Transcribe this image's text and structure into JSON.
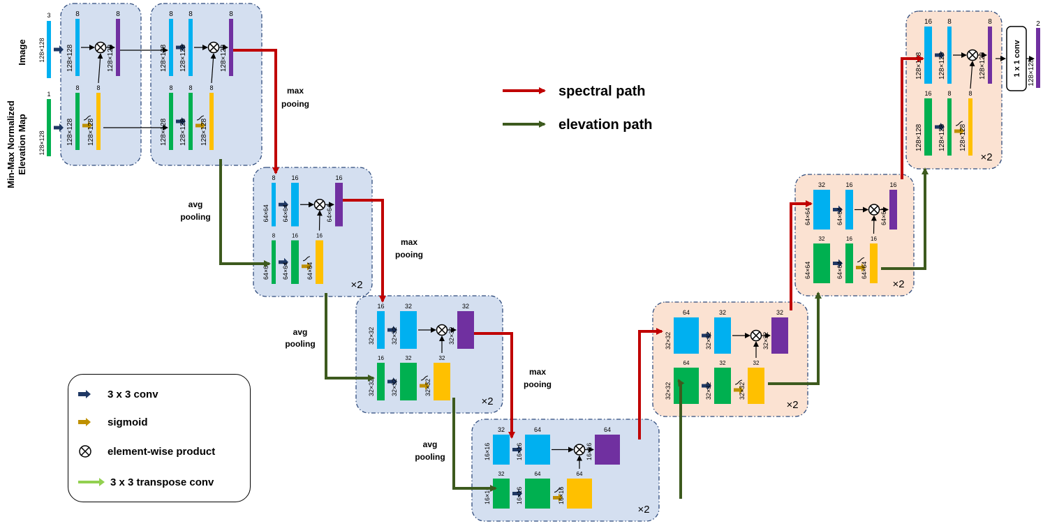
{
  "inputs": {
    "image_label": "Image",
    "elevation_label_line1": "Min-Max Normalized",
    "elevation_label_line2": "Elevation Map"
  },
  "legend": {
    "conv": "3 x 3 conv",
    "sigmoid": "sigmoid",
    "product": "element-wise product",
    "transpose": "3 x 3 transpose conv"
  },
  "path_legend": {
    "spectral": "spectral path",
    "elevation": "elevation path"
  },
  "pooling": {
    "max_line1": "max",
    "max_line2": "pooing",
    "avg_line1": "avg",
    "avg_line2": "pooling"
  },
  "repeat_label": "×2",
  "final_conv": "1 x 1 conv",
  "colors": {
    "spectral": "#c00000",
    "elevation": "#3d5a1e",
    "image_bar": "#00b0f0",
    "elev_bar": "#00b050",
    "sigmoid_bar": "#ffc000",
    "product_bar": "#7030a0",
    "encoder_bg": "#d4dff0",
    "decoder_bg": "#fbe2d2",
    "conv_arrow": "#1f3864",
    "sigmoid_arrow": "#bf9000",
    "transpose_arrow": "#92d050"
  },
  "blocks": [
    {
      "id": "b0",
      "type": "encoder",
      "img_in": "3",
      "elev_in": "1",
      "img_c": "8",
      "elev_c": "8",
      "sig_c": "8",
      "out_c": "8",
      "size": "128×128"
    },
    {
      "id": "b1",
      "type": "encoder",
      "img_in": "8",
      "elev_in": "8",
      "img_c": "8",
      "elev_c": "8",
      "sig_c": "8",
      "out_c": "8",
      "size": "128×128"
    },
    {
      "id": "b2",
      "type": "encoder",
      "img_in": "8",
      "elev_in": "8",
      "img_c": "16",
      "elev_c": "16",
      "sig_c": "16",
      "out_c": "16",
      "size": "64×64"
    },
    {
      "id": "b3",
      "type": "encoder",
      "img_in": "16",
      "elev_in": "16",
      "img_c": "32",
      "elev_c": "32",
      "sig_c": "32",
      "out_c": "32",
      "size": "32×32"
    },
    {
      "id": "b4",
      "type": "encoder",
      "img_in": "32",
      "elev_in": "32",
      "img_c": "64",
      "elev_c": "64",
      "sig_c": "64",
      "out_c": "64",
      "size": "16×16"
    },
    {
      "id": "b5",
      "type": "decoder",
      "img_in": "64",
      "elev_in": "64",
      "img_c": "32",
      "elev_c": "32",
      "sig_c": "32",
      "out_c": "32",
      "size": "32×32"
    },
    {
      "id": "b6",
      "type": "decoder",
      "img_in": "32",
      "elev_in": "32",
      "img_c": "16",
      "elev_c": "16",
      "sig_c": "16",
      "out_c": "16",
      "size": "64×64"
    },
    {
      "id": "b7",
      "type": "decoder",
      "img_in": "16",
      "elev_in": "16",
      "img_c": "8",
      "elev_c": "8",
      "sig_c": "8",
      "out_c": "8",
      "size": "128×128"
    }
  ],
  "output": {
    "channels": "2",
    "size": "128×128"
  }
}
